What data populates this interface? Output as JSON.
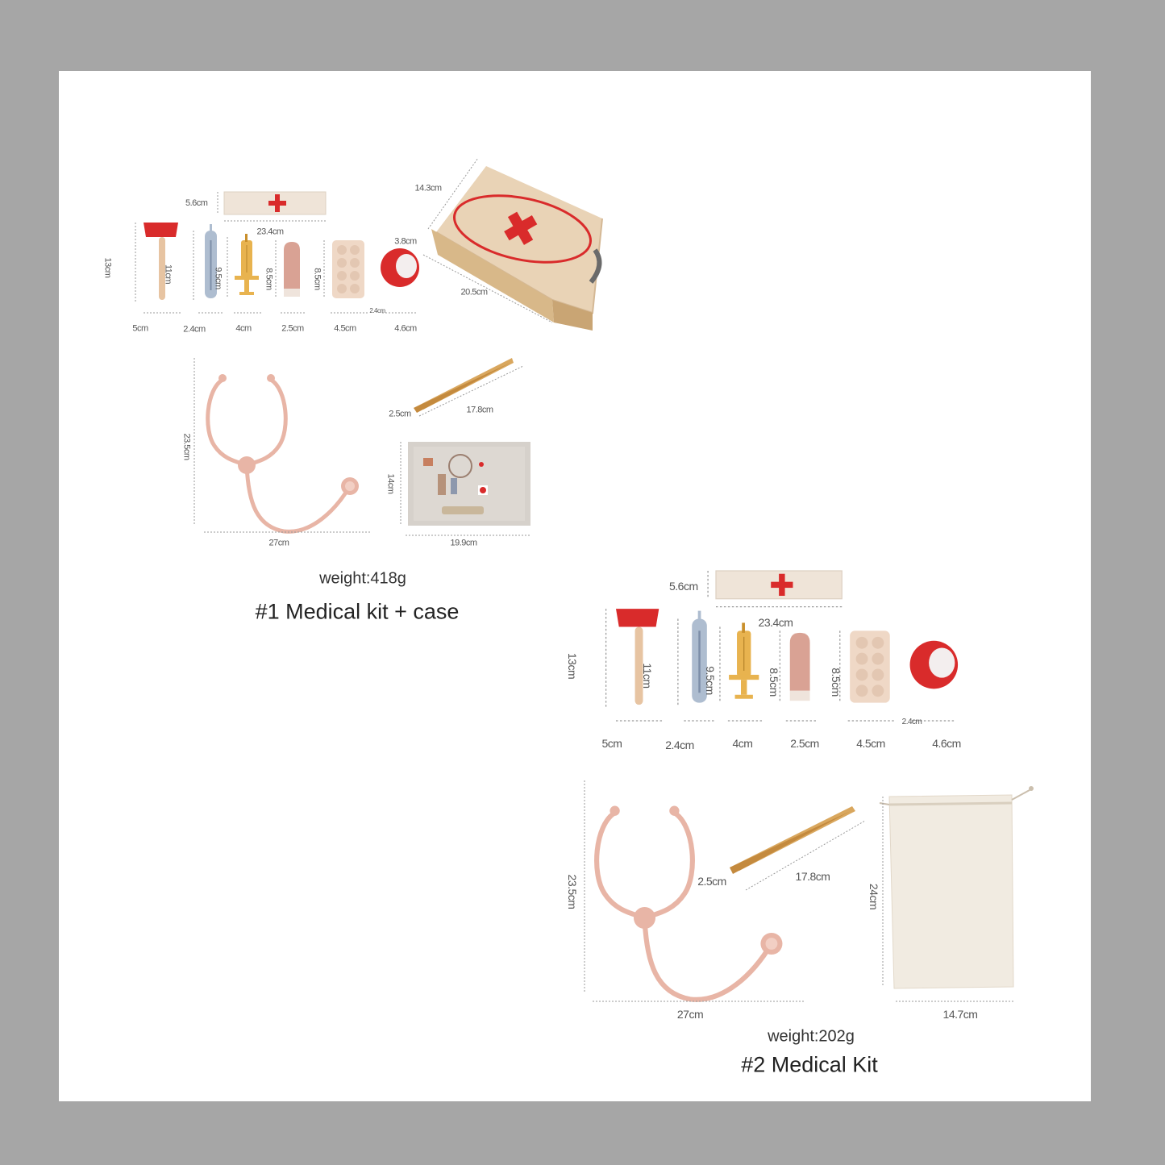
{
  "colors": {
    "background": "#a6a6a6",
    "sheet": "#ffffff",
    "cross_red": "#d92b2b",
    "wood": "#e6c396",
    "stethoscope_pink": "#e8b5a6",
    "thermometer_blue": "#aebdd0",
    "syringe_yellow": "#e8b34f"
  },
  "kit1": {
    "dims": {
      "bandage_h": "5.6cm",
      "bandage_w": "23.4cm",
      "hammer_h": "13cm",
      "hammer_w": "5cm",
      "thermo_h": "11cm",
      "thermo_w": "2.4cm",
      "syringe_h": "9.5cm",
      "syringe_w": "4cm",
      "tube_h": "8.5cm",
      "tube_w": "2.5cm",
      "pills_h": "8.5cm",
      "pills_w": "4.5cm",
      "tape_depth": "2.4cm",
      "tape_w": "4.6cm",
      "case_h": "14.3cm",
      "case_depth": "3.8cm",
      "case_w": "20.5cm",
      "steth_h": "23.5cm",
      "steth_w": "27cm",
      "tweezer_depth": "2.5cm",
      "tweezer_l": "17.8cm",
      "card_h": "14cm",
      "card_w": "19.9cm"
    },
    "weight": "weight:418g",
    "caption": "#1 Medical kit + case"
  },
  "kit2": {
    "dims": {
      "bandage_h": "5.6cm",
      "bandage_w": "23.4cm",
      "hammer_h": "13cm",
      "hammer_w": "5cm",
      "thermo_h": "11cm",
      "thermo_w": "2.4cm",
      "syringe_h": "9.5cm",
      "syringe_w": "4cm",
      "tube_h": "8.5cm",
      "tube_w": "2.5cm",
      "pills_h": "8.5cm",
      "pills_w": "4.5cm",
      "tape_depth": "2.4cm",
      "tape_w": "4.6cm",
      "steth_h": "23.5cm",
      "steth_w": "27cm",
      "tweezer_depth": "2.5cm",
      "tweezer_l": "17.8cm",
      "bag_h": "24cm",
      "bag_w": "14.7cm"
    },
    "weight": "weight:202g",
    "caption": "#2 Medical Kit"
  }
}
